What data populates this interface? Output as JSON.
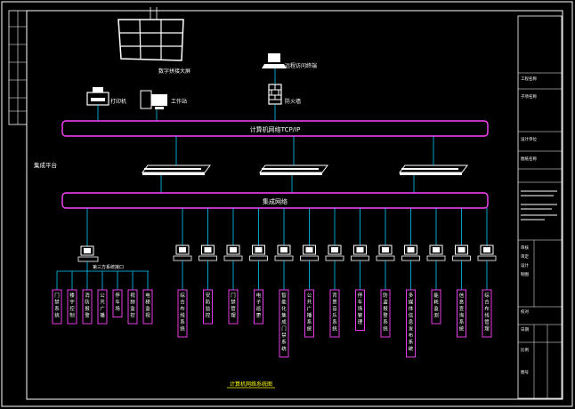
{
  "diagram": {
    "title_label": "计算机网络TCP/IP",
    "integrated_network_label": "集成网络",
    "platform_label": "集成平台",
    "top_devices": {
      "video_wall_label": "数字拼接大屏",
      "printer_label": "打印机",
      "workstation_label": "工作站",
      "remote_terminal_label": "远程访问终端",
      "firewall_label": "防火墙"
    },
    "caption": "计算机网络系统图",
    "subsystems_left": [
      "门禁系统",
      "楼宇控制",
      "消防报警",
      "公共广播",
      "停车场",
      "视频监控",
      "电梯监视"
    ],
    "subsystems_right": [
      "综合布线系统",
      "安防监控",
      "门禁管理",
      "电子巡更",
      "智能化集成门禁系统",
      "公共广播系统",
      "背景音乐系统",
      "停车场管理",
      "防盗报警系统",
      "多媒体信息发布系统",
      "能耗监测",
      "信息查询系统",
      "综合布线管理"
    ],
    "left_group_header": "第三方系统接口",
    "title_block": {
      "rows": [
        "工程名称",
        "子项名称",
        "设计单位",
        "图纸名称",
        "审核",
        "审定",
        "设计",
        "制图",
        "校对",
        "日期",
        "比例",
        "图号"
      ]
    }
  }
}
